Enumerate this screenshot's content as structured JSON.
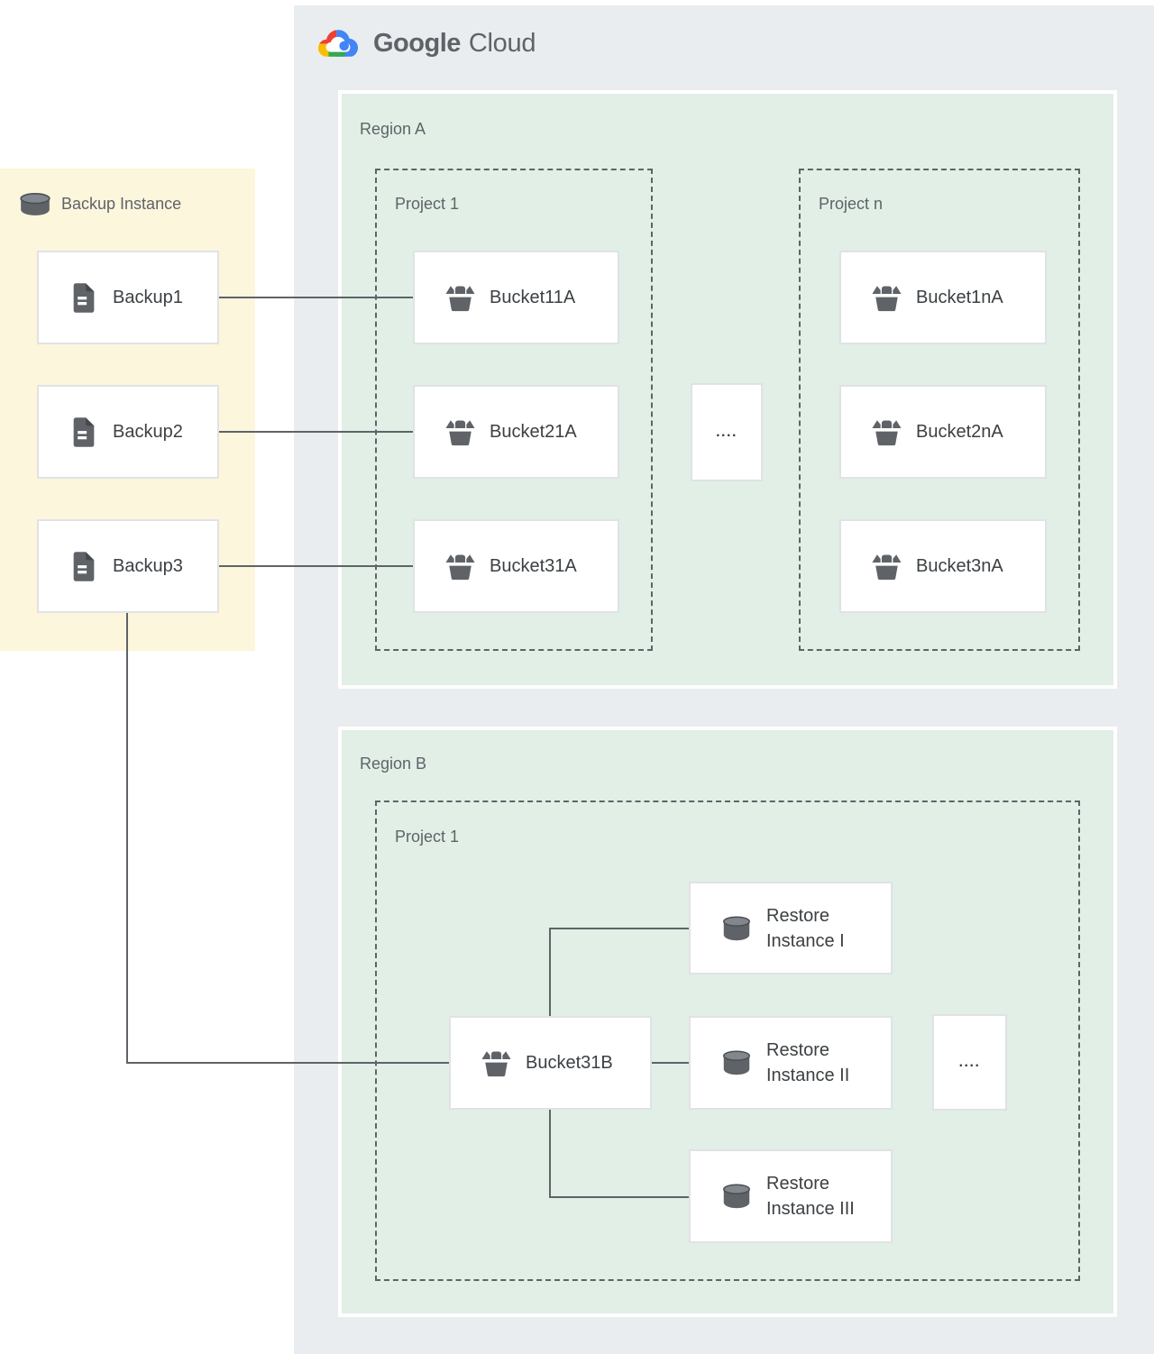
{
  "logo": {
    "part1": "Google",
    "part2": "Cloud"
  },
  "backup_panel": {
    "title": "Backup Instance",
    "items": [
      "Backup1",
      "Backup2",
      "Backup3"
    ]
  },
  "region_a": {
    "label": "Region A",
    "ellipsis": "....",
    "projects": [
      {
        "label": "Project 1",
        "buckets": [
          "Bucket11A",
          "Bucket21A",
          "Bucket31A"
        ]
      },
      {
        "label": "Project n",
        "buckets": [
          "Bucket1nA",
          "Bucket2nA",
          "Bucket3nA"
        ]
      }
    ]
  },
  "region_b": {
    "label": "Region B",
    "project": {
      "label": "Project 1",
      "bucket": "Bucket31B",
      "ellipsis": "....",
      "restore_instances": [
        {
          "line1": "Restore",
          "line2": "Instance I"
        },
        {
          "line1": "Restore",
          "line2": "Instance II"
        },
        {
          "line1": "Restore",
          "line2": "Instance III"
        }
      ]
    }
  },
  "colors": {
    "panel_bg": "#e9edf0",
    "region_bg": "#e1efe6",
    "backup_bg": "#fcf6dd",
    "node_border": "#e0e2e6",
    "connector": "#5f6368",
    "icon": "#5f6368",
    "label_gray": "#5f6368",
    "text_dark": "#3c4043",
    "logo_red": "#ea4335",
    "logo_blue": "#4285f4",
    "logo_yellow": "#fbbc04",
    "logo_green": "#34a853"
  }
}
